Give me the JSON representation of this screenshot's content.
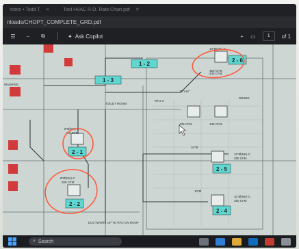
{
  "browser": {
    "tabs": [
      {
        "label": "Inbox • Todd T"
      },
      {
        "label": "Tool HVAC R.O. Rate Chart.pdf"
      }
    ],
    "address": "nloads/CHOPT_COMPLETE_GRD.pdf"
  },
  "pdf_toolbar": {
    "copilot_label": "Ask Copilot",
    "page_current": "1",
    "page_total": "of 1",
    "zoom_in": "+",
    "zoom_out": "−"
  },
  "drawing": {
    "grilles": [
      {
        "id": "1-2",
        "label": "1 - 2"
      },
      {
        "id": "1-3",
        "label": "1 - 3"
      },
      {
        "id": "2-6",
        "label": "2 - 6",
        "cfm": "350 CFM",
        "size": "10\"Ø(NK)-C"
      },
      {
        "id": "2-1",
        "label": "2 - 1",
        "cfm": "200 CFM",
        "size": "8\"Ø(NK)-C"
      },
      {
        "id": "2-5",
        "label": "2 - 5",
        "cfm": "350 CFM",
        "size": "10\"Ø(NK)-C"
      },
      {
        "id": "2-2",
        "label": "2 - 2",
        "cfm": "200 CFM",
        "size": "8\"Ø(NK)-C"
      },
      {
        "id": "2-4",
        "label": "2 - 4",
        "cfm": "350 CFM",
        "size": "10\"Ø(NK)-C"
      }
    ],
    "notes": {
      "toilet": "TOILET ROOM",
      "cfm_a": "430 CFM",
      "cfm_b": "430 CFM",
      "cfm_c": "430 CFM",
      "duct_a": "12\"x12\"",
      "duct_b": "10\"Ø",
      "duct_c": "10\"Ø",
      "up_note": "DUCTWORK UP TO RTU ON ROOF",
      "washing": "WASHING",
      "rtu": "RTU-3",
      "dining": "DINING"
    }
  },
  "taskbar": {
    "search_label": "Search"
  },
  "colors": {
    "circle": "#ff5a3c",
    "label_fill": "#5fd6cf",
    "red_tag": "#d23b3b"
  }
}
